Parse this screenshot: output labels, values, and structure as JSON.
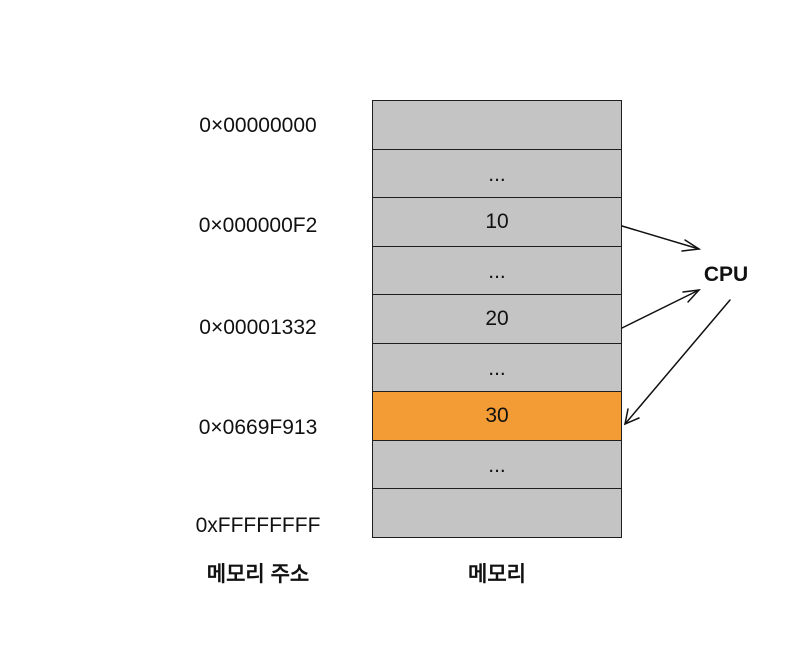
{
  "addresses": [
    "0×00000000",
    "0×000000F2",
    "0×00001332",
    "0×0669F913",
    "0xFFFFFFFF"
  ],
  "memory": {
    "cells": [
      {
        "text": "",
        "highlight": false
      },
      {
        "text": "...",
        "highlight": false
      },
      {
        "text": "10",
        "highlight": false
      },
      {
        "text": "...",
        "highlight": false
      },
      {
        "text": "20",
        "highlight": false
      },
      {
        "text": "...",
        "highlight": false
      },
      {
        "text": "30",
        "highlight": true
      },
      {
        "text": "...",
        "highlight": false
      },
      {
        "text": "",
        "highlight": false
      }
    ]
  },
  "labels": {
    "address_caption": "메모리 주소",
    "memory_caption": "메모리",
    "cpu": "CPU"
  },
  "colors": {
    "cell": "#c4c4c4",
    "highlight": "#f39b34",
    "border": "#1e1e1e"
  }
}
